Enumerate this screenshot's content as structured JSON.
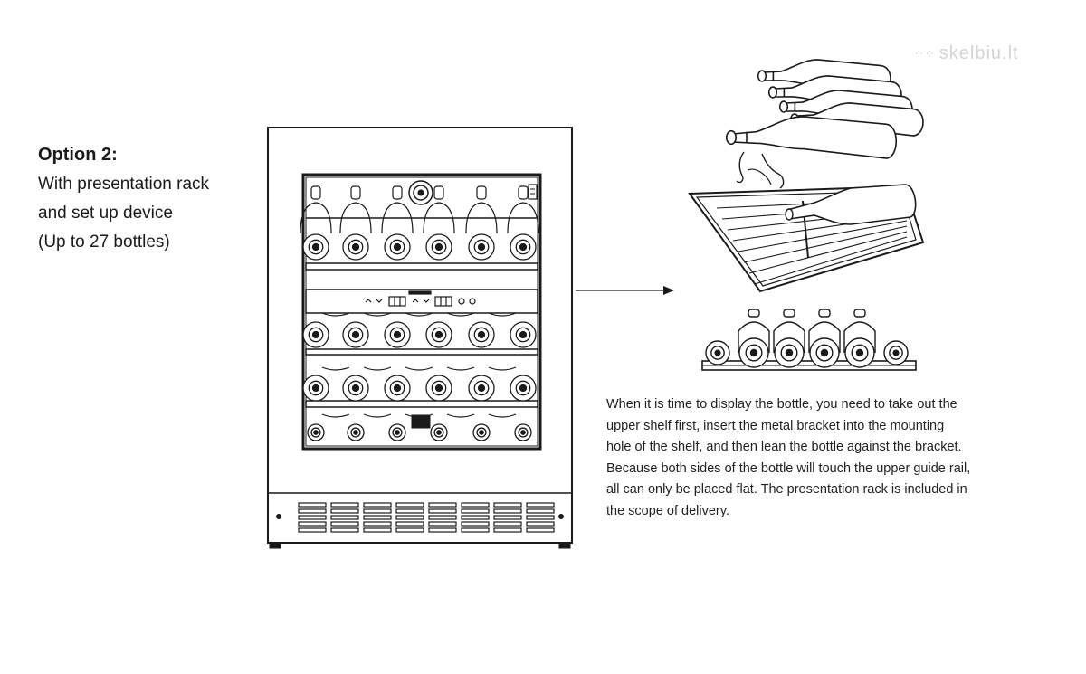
{
  "option": {
    "title": "Option 2:",
    "lines": [
      "With presentation rack",
      "and set up device",
      "(Up to 27 bottles)"
    ]
  },
  "watermark": {
    "text": "skelbiu.lt"
  },
  "description": {
    "lines": [
      "When it is time to display the bottle, you need to take out the",
      "upper shelf first, insert the metal bracket into the mounting",
      "hole of the shelf, and then lean the bottle against the bracket.",
      "Because both sides of the bottle will touch the upper guide rail,",
      "all can only be placed flat. The presentation rack is included in",
      "the scope of delivery."
    ]
  },
  "colors": {
    "line": "#1a1a1a",
    "background": "#ffffff",
    "watermark": "#d4d4d4"
  },
  "icons": [
    "fridge-illustration",
    "arrow-right-icon",
    "presentation-rack-illustration",
    "bottle-row-illustration"
  ]
}
